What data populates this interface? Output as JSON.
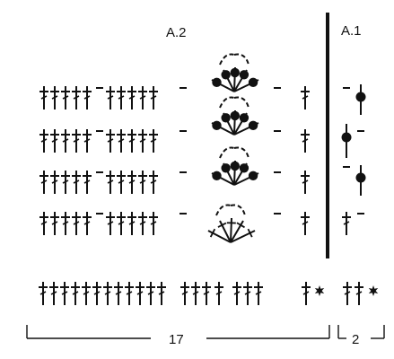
{
  "diagram": {
    "chart_a2_label": "A.2",
    "chart_a1_label": "A.1",
    "count_a2": "17",
    "count_a1": "2",
    "colors": {
      "ink": "#111111",
      "background": "#ffffff"
    },
    "symbols": {
      "treble": "treble-crochet-icon",
      "chain": "chain-icon",
      "bobble": "bobble-icon",
      "fan": "fan-icon",
      "star": "star-icon"
    }
  }
}
